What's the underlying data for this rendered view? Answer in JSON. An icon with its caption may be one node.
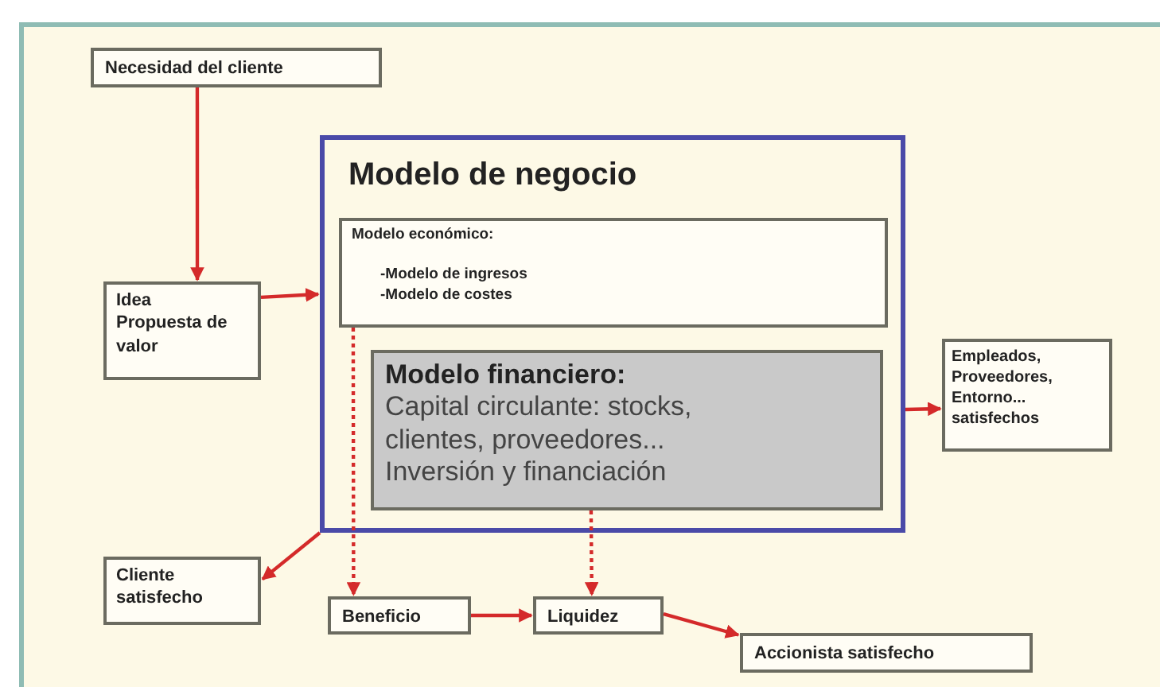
{
  "diagram": {
    "nodes": [
      {
        "text": [
          "Necesidad del cliente"
        ]
      },
      {
        "text": [
          "Idea Propuesta de valor"
        ]
      },
      {
        "text": [
          "Modelo de negocio"
        ]
      },
      {
        "text": [
          "Modelo económico:",
          "-Modelo de ingresos",
          "-Modelo de costes"
        ],
        "in": 2
      },
      {
        "text": [
          "Modelo financiero:",
          "Capital circulante: stocks, clientes, proveedores...",
          "Inversión y financiación"
        ],
        "in": 2
      },
      {
        "text": [
          "Empleados, Proveedores, Entorno... satisfechos"
        ]
      },
      {
        "text": [
          "Cliente satisfecho"
        ]
      },
      {
        "text": [
          "Beneficio"
        ]
      },
      {
        "text": [
          "Liquidez"
        ]
      },
      {
        "text": [
          "Accionista satisfecho"
        ]
      }
    ],
    "edges": [
      {
        "from": 0,
        "to": 1,
        "arrow": "to"
      },
      {
        "from": 1,
        "to": 2,
        "arrow": "to"
      },
      {
        "from": 2,
        "to": 6,
        "arrow": "to"
      },
      {
        "from": 3,
        "to": 7,
        "arrow": "to",
        "style": "dashed"
      },
      {
        "from": 4,
        "to": 8,
        "arrow": "to",
        "style": "dashed"
      },
      {
        "from": 2,
        "to": 5,
        "arrow": "to"
      },
      {
        "from": 7,
        "to": 8,
        "arrow": "to"
      },
      {
        "from": 8,
        "to": 9,
        "arrow": "to"
      }
    ]
  }
}
